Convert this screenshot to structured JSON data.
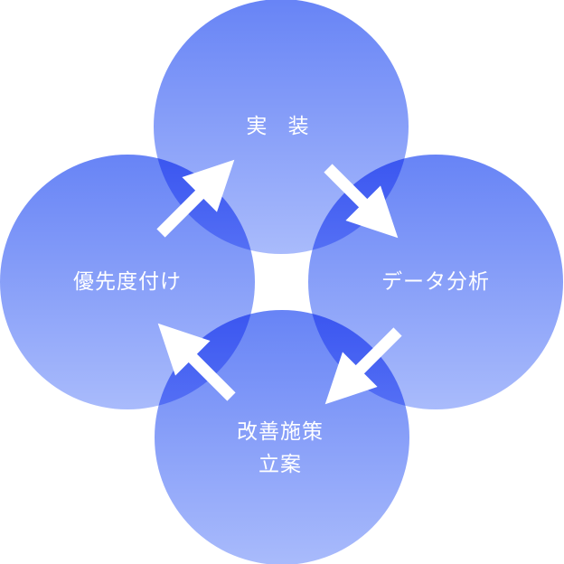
{
  "nodes": {
    "top": "実 装",
    "right": "データ分析",
    "bottom_line1": "改善施策",
    "bottom_line2": "立案",
    "left": "優先度付け"
  },
  "colors": {
    "circle_top": "#5f7df5",
    "circle_bottom": "#a4b7fb",
    "arrow": "#ffffff",
    "text": "#ffffff"
  },
  "arrows": [
    "left-to-top",
    "top-to-right",
    "right-to-bottom",
    "bottom-to-left"
  ]
}
